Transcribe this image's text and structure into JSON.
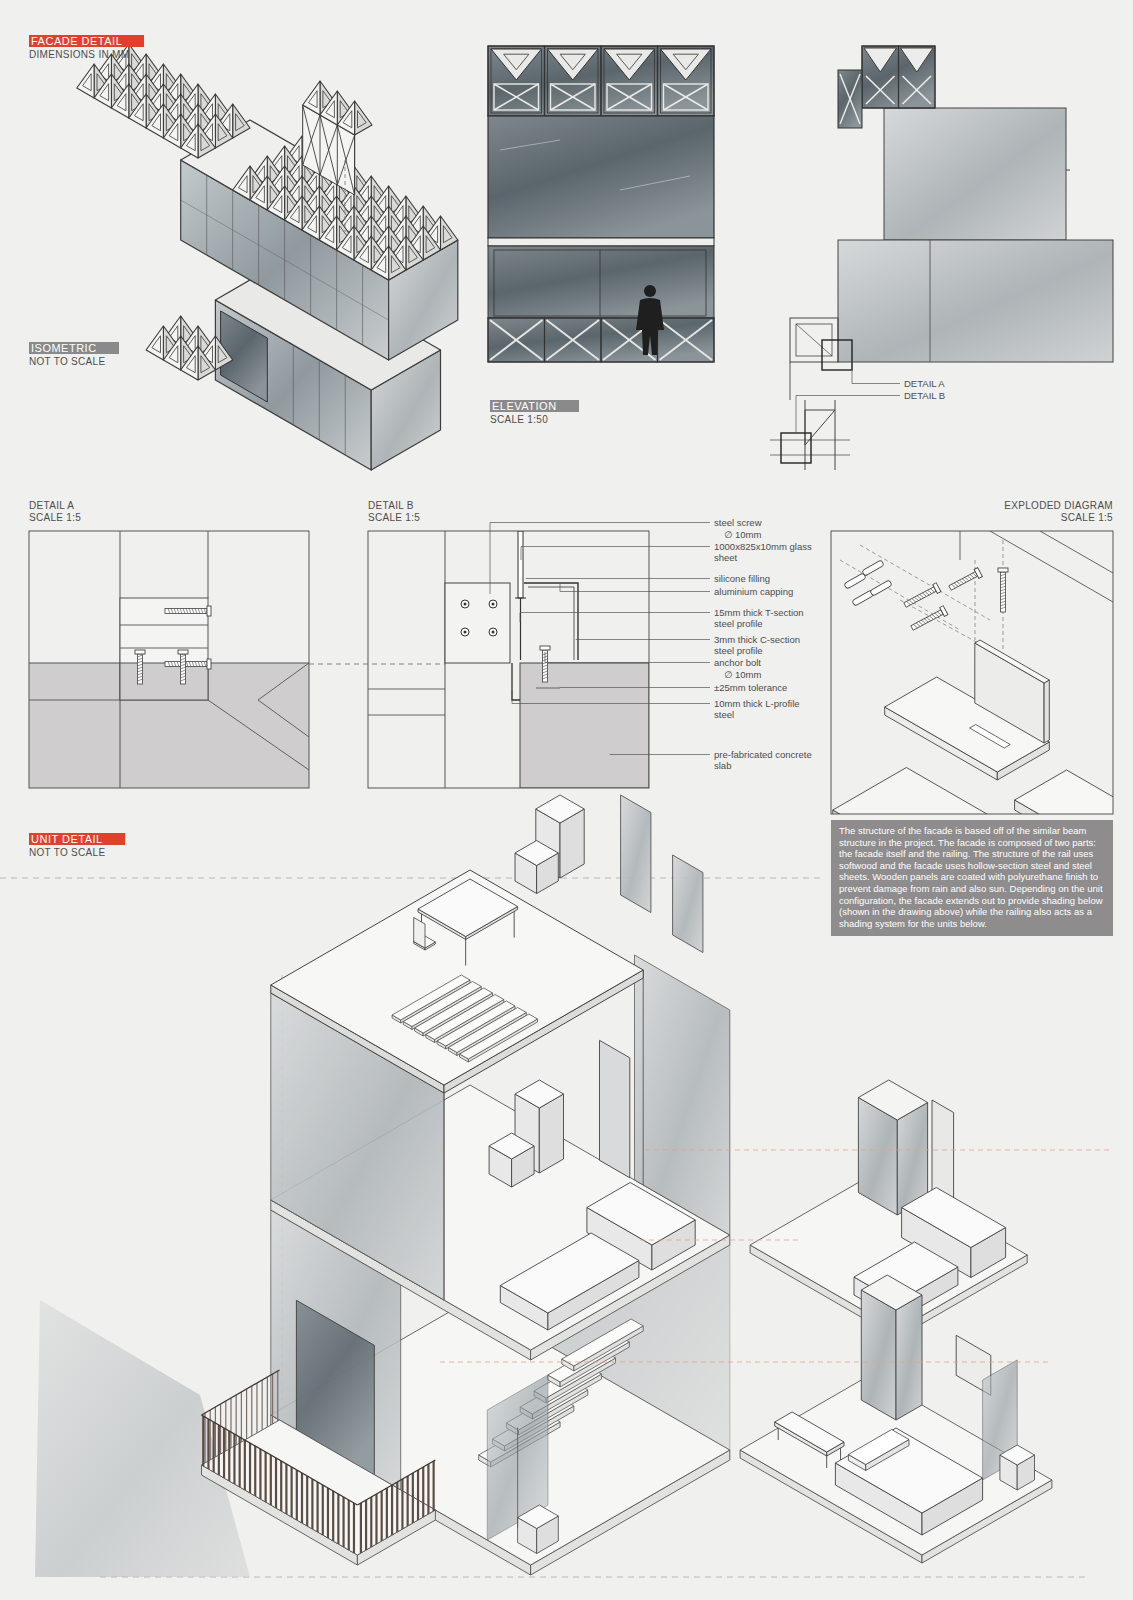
{
  "diagram": {
    "nodes": [
      {
        "text": [
          "FACADE DETAIL",
          "DIMENSIONS IN MM"
        ]
      },
      {
        "text": [
          "ISOMETRIC",
          "NOT TO SCALE"
        ]
      },
      {
        "text": [
          "ELEVATION",
          "SCALE 1:50"
        ]
      },
      {
        "text": [
          "DETAIL A",
          "SCALE 1:5"
        ]
      },
      {
        "text": [
          "DETAIL B",
          "SCALE 1:5"
        ]
      },
      {
        "text": [
          "EXPLODED DIAGRAM",
          "SCALE 1:5"
        ]
      },
      {
        "text": [
          "The structure of the facade is based off of the similar beam structure in the project. The facade is composed of two parts: the facade itself and the railing. The structure of the rail uses softwood and the facade uses hollow-section steel and steel sheets. Wooden panels are coated with polyurethane finish to prevent damage from rain and also sun. Depending on the unit configuration, the facade extends out to provide shading below (shown in the drawing above) while the railing also acts as a shading system for the units below."
        ]
      },
      {
        "text": [
          "UNIT DETAIL",
          "NOT TO SCALE"
        ]
      }
    ],
    "labels": [
      "DETAIL A",
      "DETAIL B",
      "steel screw",
      "∅ 10mm",
      "1000x825x10mm glass sheet",
      "silicone filling",
      "aluminium capping",
      "15mm thick T-section steel profile",
      "3mm thick C-section steel profile",
      "anchor bolt",
      "∅ 10mm",
      "±25mm tolerance",
      "10mm thick L-profile steel",
      "pre-fabricated concrete slab"
    ]
  }
}
